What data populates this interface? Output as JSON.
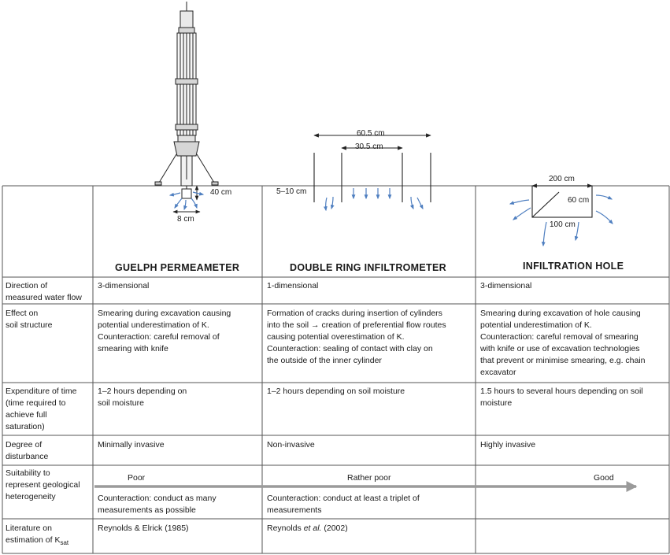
{
  "columns": {
    "guelph": "GUELPH PERMEAMETER",
    "double_ring": "DOUBLE RING INFILTROMETER",
    "hole": "INFILTRATION HOLE"
  },
  "dimensions": {
    "guelph_depth": "40 cm",
    "guelph_width": "8 cm",
    "dr_outer": "60.5 cm",
    "dr_inner": "30.5 cm",
    "dr_depth": "5–10 cm",
    "hole_width": "200 cm",
    "hole_height": "60 cm",
    "hole_depth": "100 cm"
  },
  "rows": [
    {
      "label": [
        "Direction of",
        "measured water flow"
      ],
      "guelph": [
        "3-dimensional"
      ],
      "double_ring": [
        "1-dimensional"
      ],
      "hole": [
        "3-dimensional"
      ]
    },
    {
      "label": [
        "Effect on",
        "soil structure"
      ],
      "guelph": [
        "Smearing during excavation causing",
        "potential underestimation of K.",
        "Counteraction: careful removal of",
        "smearing with knife"
      ],
      "double_ring": [
        "Formation of cracks during insertion of cylinders",
        "into the soil → creation of preferential flow routes",
        "causing potential overestimation of K.",
        "Counteraction: sealing of contact with clay on",
        "the outside of the inner cylinder"
      ],
      "hole": [
        "Smearing during excavation of hole causing",
        "potential underestimation of K.",
        "Counteraction: careful removal of smearing",
        "with knife or use of excavation technologies",
        "that prevent or minimise smearing, e.g. chain",
        "excavator"
      ]
    },
    {
      "label": [
        "Expenditure of  time",
        "(time required to",
        "achieve full",
        "saturation)"
      ],
      "guelph": [
        "1–2 hours depending on",
        "soil moisture"
      ],
      "double_ring": [
        "1–2 hours depending on soil moisture"
      ],
      "hole": [
        "1.5 hours to several hours depending on soil",
        "moisture"
      ]
    },
    {
      "label": [
        "Degree of",
        "disturbance"
      ],
      "guelph": [
        "Minimally invasive"
      ],
      "double_ring": [
        "Non-invasive"
      ],
      "hole": [
        "Highly invasive"
      ]
    },
    {
      "label": [
        "Suitability  to",
        "represent geological",
        "heterogeneity"
      ],
      "guelph": [
        "Counteraction: conduct as many",
        "measurements as possible"
      ],
      "double_ring": [
        "Counteraction: conduct at least a triplet of",
        "measurements"
      ],
      "hole": []
    }
  ],
  "suitability_scale": {
    "poor": "Poor",
    "rather_poor": "Rather poor",
    "good": "Good"
  },
  "literature": {
    "label": [
      "Literature on",
      "estimation of K"
    ],
    "label_sub": "sat",
    "guelph": "Reynolds & Elrick (1985)",
    "double_ring_author": "Reynolds ",
    "double_ring_etal": "et al.",
    "double_ring_year": " (2002)",
    "hole": ""
  },
  "colors": {
    "grid": "#555555",
    "flow_arrow": "#4f7fc0",
    "scale_arrow": "#9a9a9a",
    "text": "#1a1a1a"
  }
}
